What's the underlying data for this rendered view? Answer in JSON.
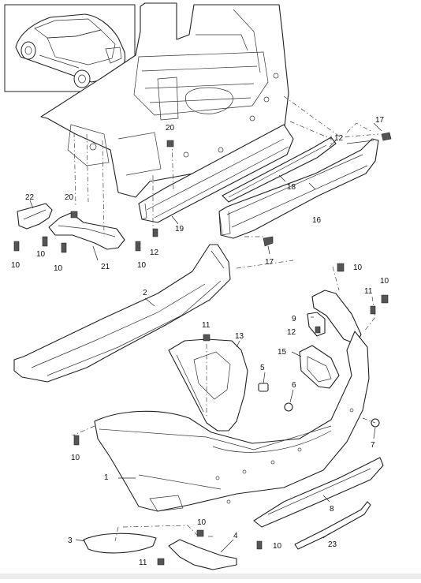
{
  "diagram": {
    "callouts": [
      {
        "id": "c20a",
        "text": "20"
      },
      {
        "id": "c17a",
        "text": "17"
      },
      {
        "id": "c12a",
        "text": "12"
      },
      {
        "id": "c18",
        "text": "18"
      },
      {
        "id": "c16",
        "text": "16"
      },
      {
        "id": "c22",
        "text": "22"
      },
      {
        "id": "c20b",
        "text": "20"
      },
      {
        "id": "c19",
        "text": "19"
      },
      {
        "id": "c12b",
        "text": "12"
      },
      {
        "id": "c10a",
        "text": "10"
      },
      {
        "id": "c10b",
        "text": "10"
      },
      {
        "id": "c10c",
        "text": "10"
      },
      {
        "id": "c21",
        "text": "21"
      },
      {
        "id": "c10d",
        "text": "10"
      },
      {
        "id": "c17b",
        "text": "17"
      },
      {
        "id": "c10e",
        "text": "10"
      },
      {
        "id": "c10f",
        "text": "10"
      },
      {
        "id": "c11a",
        "text": "11"
      },
      {
        "id": "c2",
        "text": "2"
      },
      {
        "id": "c9",
        "text": "9"
      },
      {
        "id": "c12c",
        "text": "12"
      },
      {
        "id": "c11b",
        "text": "11"
      },
      {
        "id": "c13",
        "text": "13"
      },
      {
        "id": "c15",
        "text": "15"
      },
      {
        "id": "c5",
        "text": "5"
      },
      {
        "id": "c6",
        "text": "6"
      },
      {
        "id": "c10g",
        "text": "10"
      },
      {
        "id": "c7",
        "text": "7"
      },
      {
        "id": "c1",
        "text": "1"
      },
      {
        "id": "c8",
        "text": "8"
      },
      {
        "id": "c10h",
        "text": "10"
      },
      {
        "id": "c3",
        "text": "3"
      },
      {
        "id": "c4",
        "text": "4"
      },
      {
        "id": "c10i",
        "text": "10"
      },
      {
        "id": "c11c",
        "text": "11"
      },
      {
        "id": "c23",
        "text": "23"
      }
    ]
  }
}
